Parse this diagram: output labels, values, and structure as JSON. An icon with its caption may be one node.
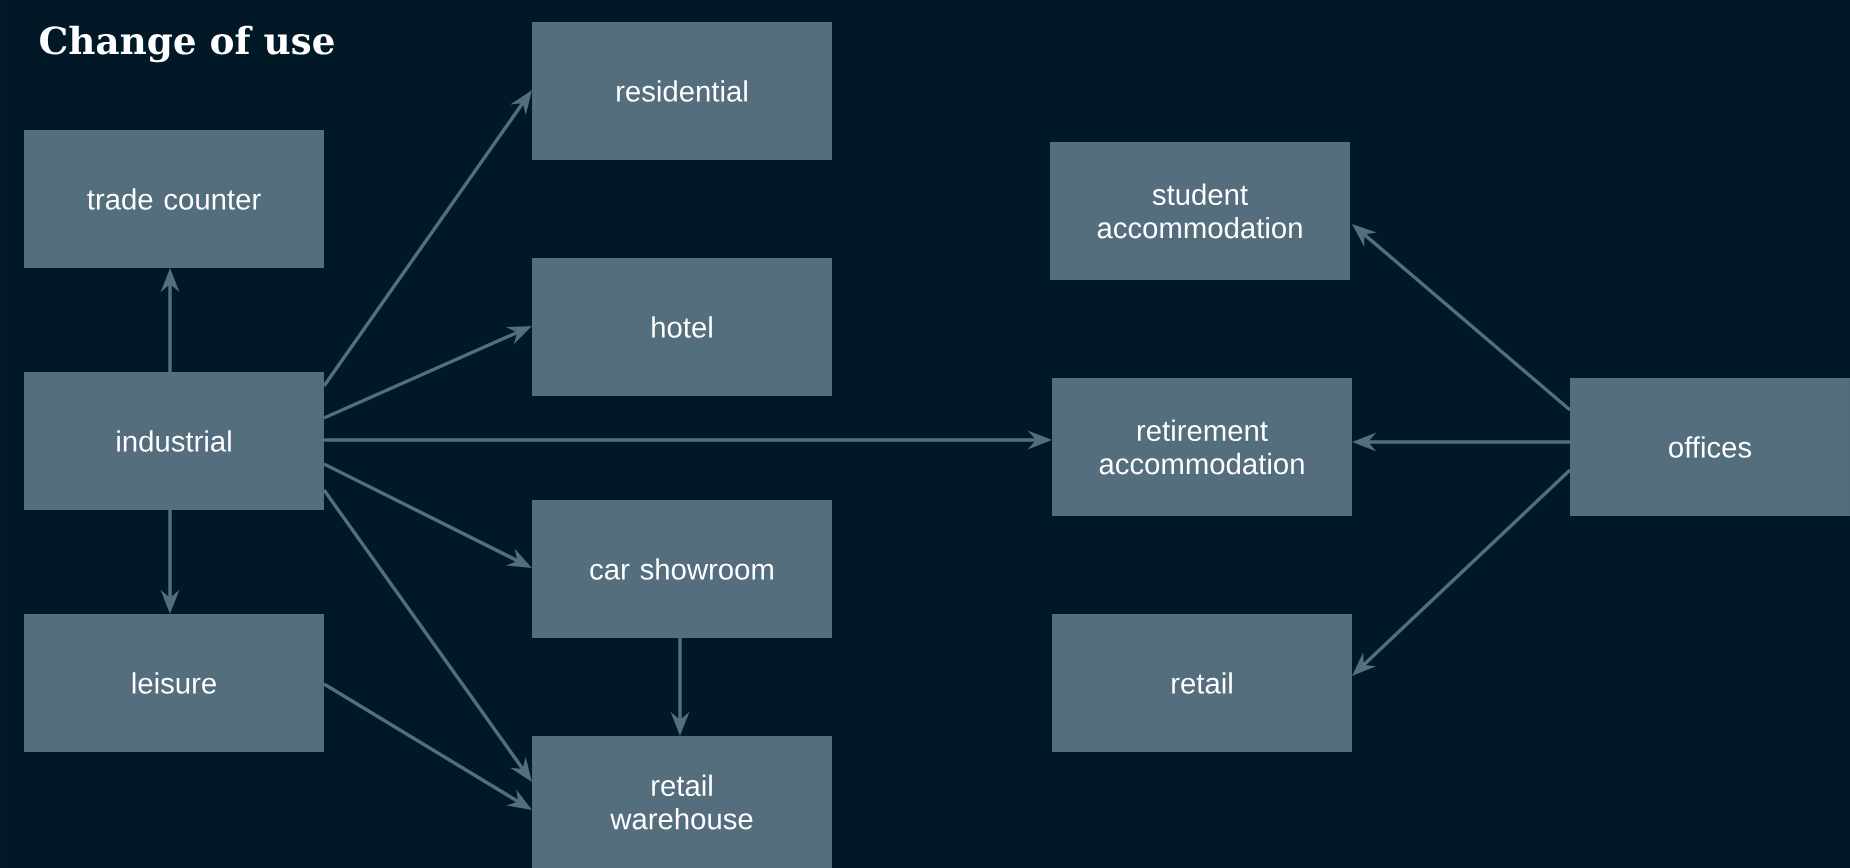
{
  "diagram": {
    "title": "Change of use",
    "nodes": [
      {
        "text": [
          "trade counter"
        ]
      },
      {
        "text": [
          "industrial"
        ]
      },
      {
        "text": [
          "leisure"
        ]
      },
      {
        "text": [
          "residential"
        ]
      },
      {
        "text": [
          "hotel"
        ]
      },
      {
        "text": [
          "car showroom"
        ]
      },
      {
        "text": [
          "retail warehouse"
        ]
      },
      {
        "text": [
          "student accommodation"
        ]
      },
      {
        "text": [
          "retirement accommodation"
        ]
      },
      {
        "text": [
          "retail"
        ]
      },
      {
        "text": [
          "offices"
        ]
      }
    ],
    "edges": [
      {
        "from": 1,
        "to": 0,
        "arrow": "to"
      },
      {
        "from": 1,
        "to": 2,
        "arrow": "to"
      },
      {
        "from": 1,
        "to": 3,
        "arrow": "to"
      },
      {
        "from": 1,
        "to": 4,
        "arrow": "to"
      },
      {
        "from": 1,
        "to": 8,
        "arrow": "to"
      },
      {
        "from": 1,
        "to": 5,
        "arrow": "to"
      },
      {
        "from": 1,
        "to": 6,
        "arrow": "to"
      },
      {
        "from": 2,
        "to": 6,
        "arrow": "to"
      },
      {
        "from": 5,
        "to": 6,
        "arrow": "to"
      },
      {
        "from": 10,
        "to": 7,
        "arrow": "to"
      },
      {
        "from": 10,
        "to": 8,
        "arrow": "to"
      },
      {
        "from": 10,
        "to": 9,
        "arrow": "to"
      }
    ]
  }
}
